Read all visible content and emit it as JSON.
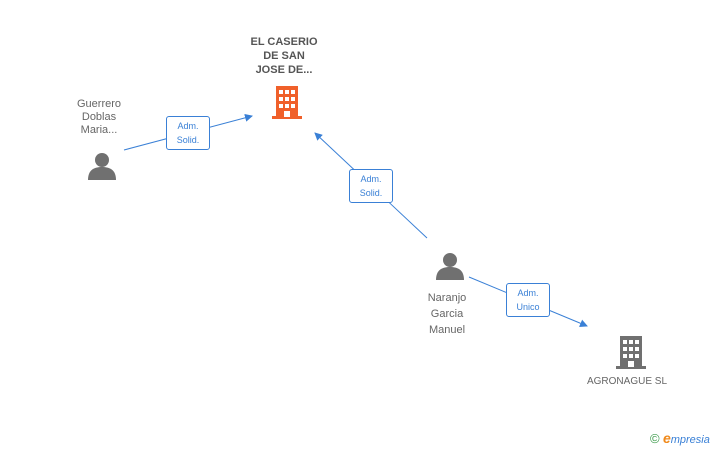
{
  "nodes": {
    "caserio": {
      "lines": [
        "EL CASERIO",
        "DE SAN",
        "JOSE DE..."
      ],
      "color": "#f0602a"
    },
    "guerrero": {
      "lines": [
        "Guerrero",
        "Doblas",
        "Maria..."
      ]
    },
    "naranjo": {
      "lines": [
        "Naranjo",
        "Garcia",
        "Manuel"
      ]
    },
    "agronague": {
      "lines": [
        "AGRONAGUE SL"
      ],
      "color": "#707070"
    }
  },
  "edges": {
    "guerrero_caserio": {
      "lines": [
        "Adm.",
        "Solid."
      ]
    },
    "naranjo_caserio": {
      "lines": [
        "Adm.",
        "Solid."
      ]
    },
    "naranjo_agronague": {
      "lines": [
        "Adm.",
        "Unico"
      ]
    }
  },
  "colors": {
    "edge": "#3a80d6",
    "person": "#707070"
  },
  "watermark": {
    "copyright": "©",
    "brand_e": "e",
    "brand_rest": "mpresia"
  }
}
